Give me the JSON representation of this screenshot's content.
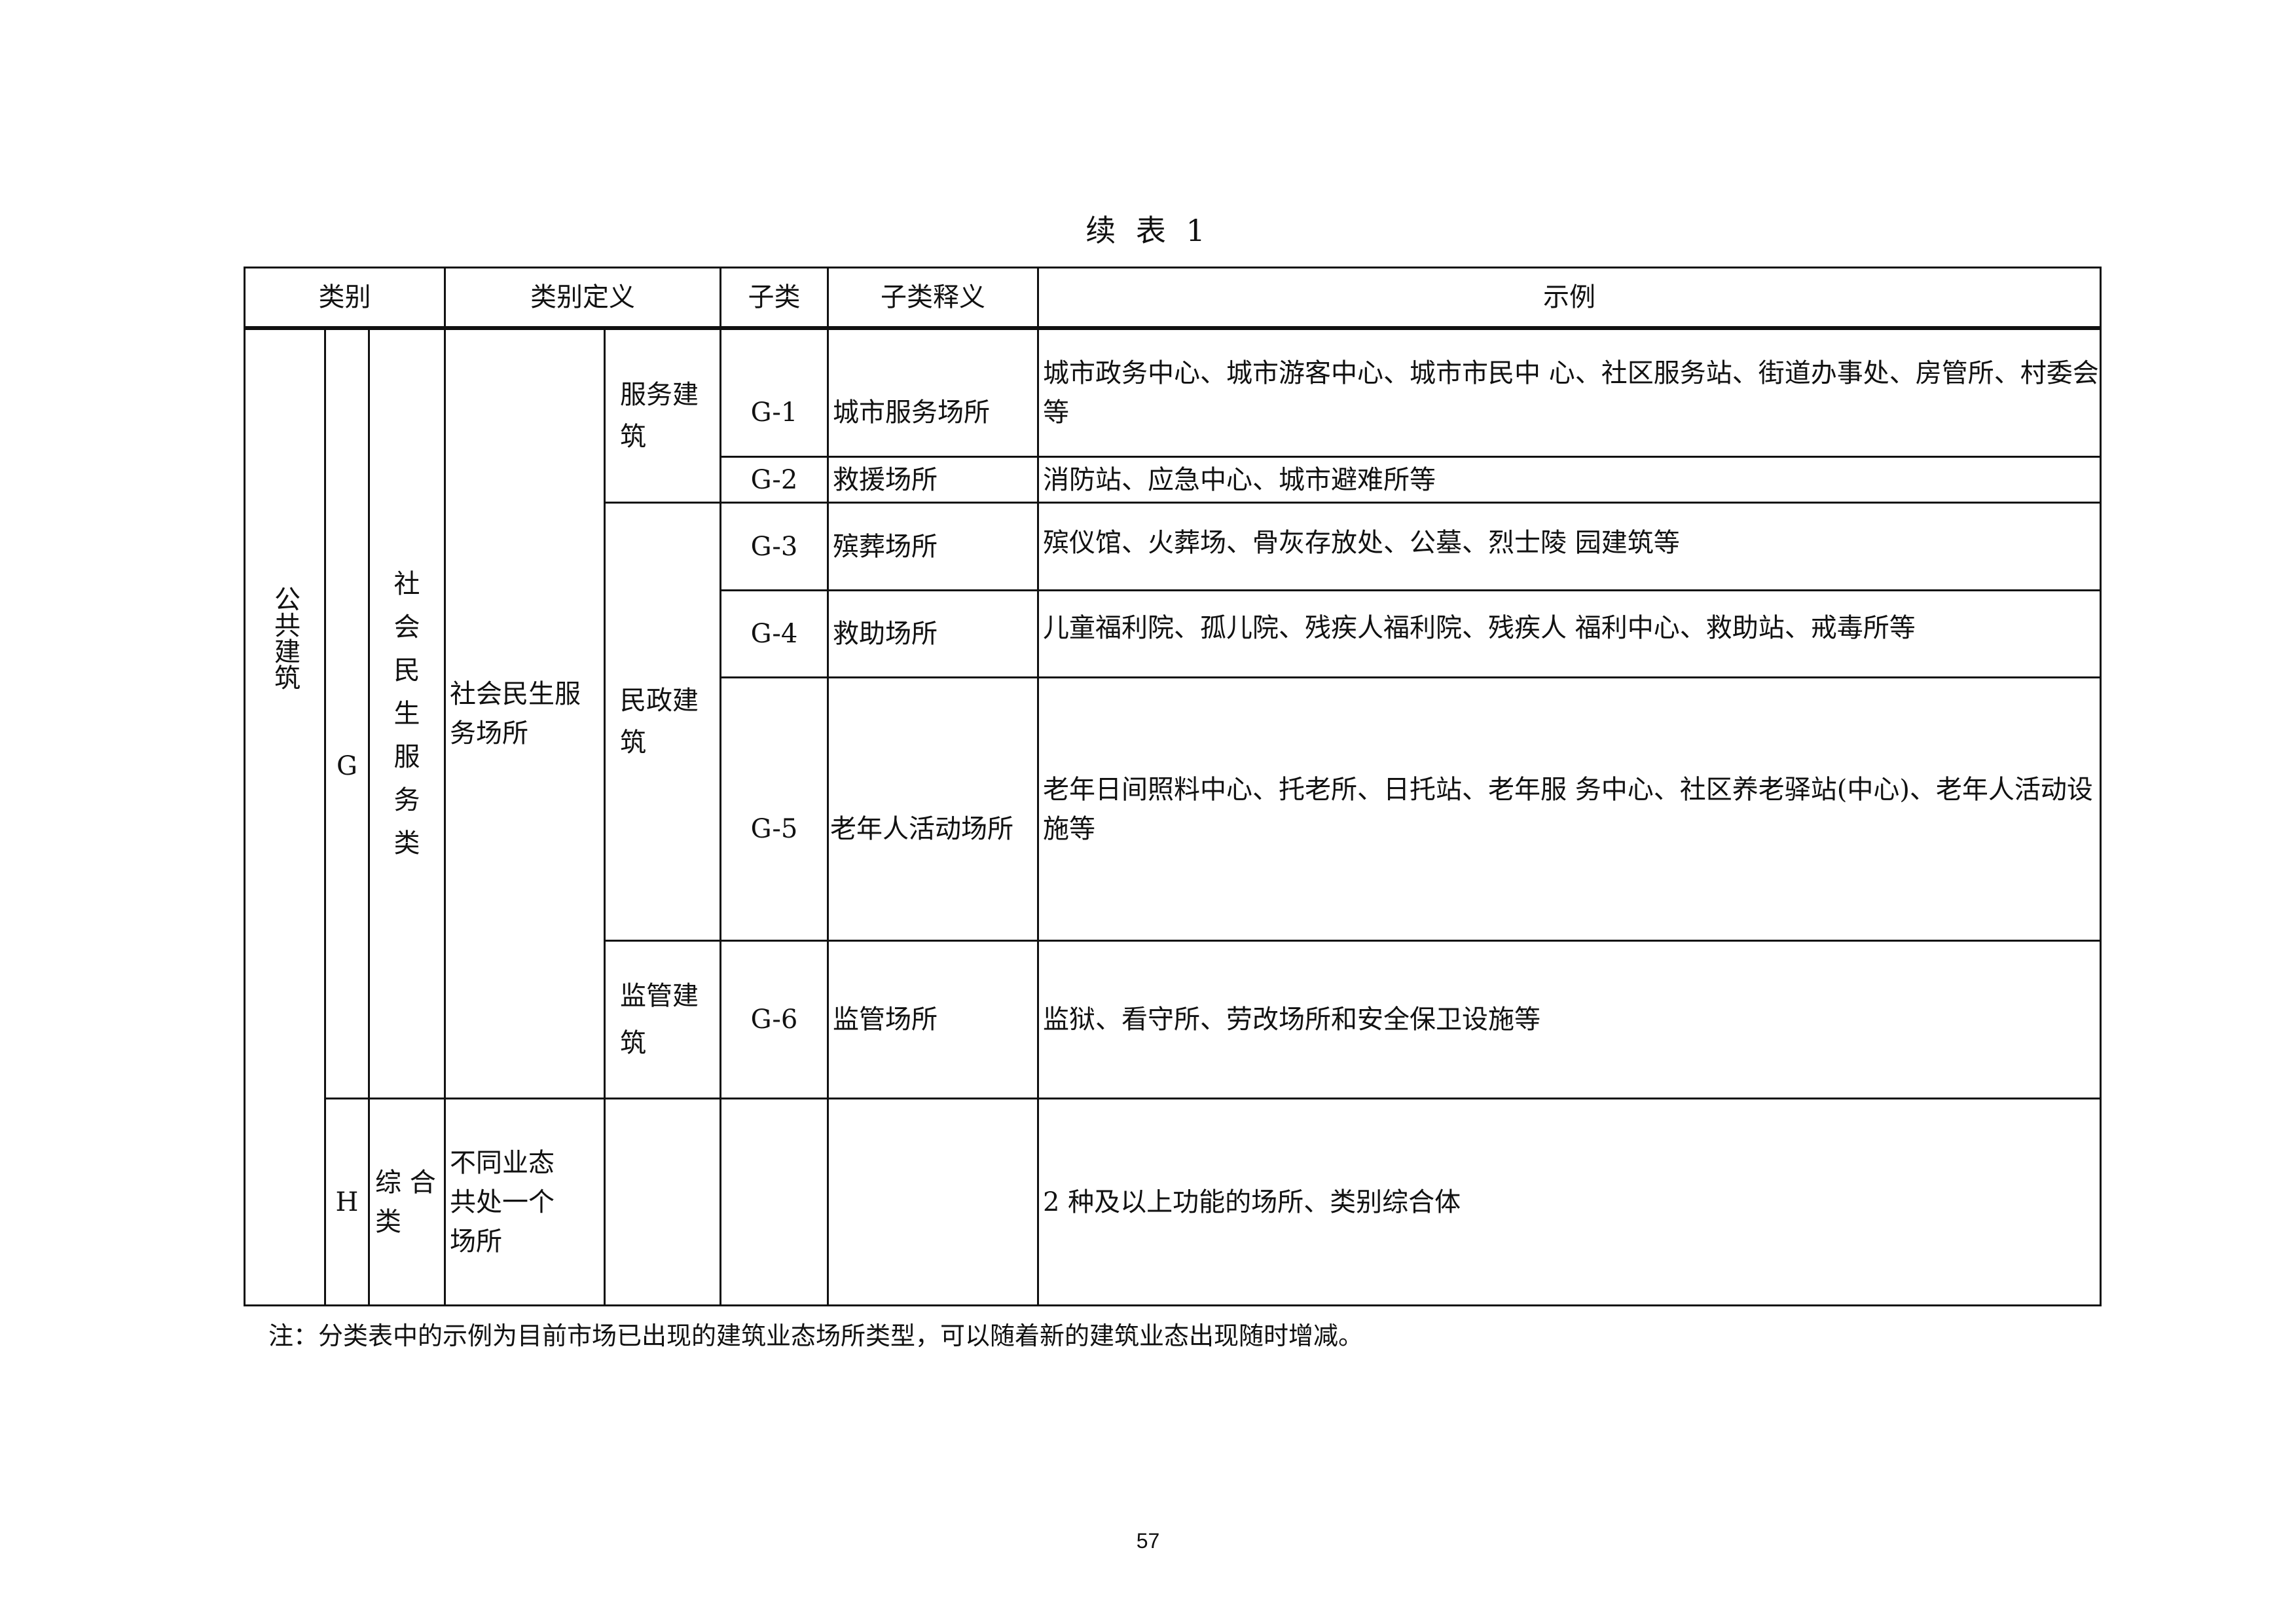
{
  "document": {
    "table_title": "续 表 1",
    "header": {
      "category": "类别",
      "category_definition": "类别定义",
      "subclass": "子类",
      "subclass_definition": "子类释义",
      "examples": "示例"
    },
    "group_label": "公共建筑",
    "categories": [
      {
        "code": "G",
        "name": "社会民生服务类",
        "definition": "社会民生服务场所",
        "subgroups": [
          {
            "name": "服务建筑",
            "rows": [
              {
                "code": "G-1",
                "name": "城市服务场所",
                "examples": "城市政务中心、城市游客中心、城市市民中 心、社区服务站、街道办事处、房管所、村委会等"
              },
              {
                "code": "G-2",
                "name": "救援场所",
                "examples": "消防站、应急中心、城市避难所等"
              }
            ]
          },
          {
            "name": "民政建筑",
            "rows": [
              {
                "code": "G-3",
                "name": "殡葬场所",
                "examples": "殡仪馆、火葬场、骨灰存放处、公墓、烈士陵 园建筑等"
              },
              {
                "code": "G-4",
                "name": "救助场所",
                "examples": "儿童福利院、孤儿院、残疾人福利院、残疾人 福利中心、救助站、戒毒所等"
              },
              {
                "code": "G-5",
                "name": "老年人活动场所",
                "examples": "老年日间照料中心、托老所、日托站、老年服 务中心、社区养老驿站(中心)、老年人活动设施等"
              }
            ]
          },
          {
            "name": "监管建筑",
            "rows": [
              {
                "code": "G-6",
                "name": "监管场所",
                "examples": "监狱、看守所、劳改场所和安全保卫设施等"
              }
            ]
          }
        ]
      },
      {
        "code": "H",
        "name": "综 合 类",
        "definition": "不同业态共处一个场所",
        "examples": "2 种及以上功能的场所、类别综合体"
      }
    ],
    "note": "注：分类表中的示例为目前市场已出现的建筑业态场所类型，可以随着新的建筑业态出现随时增减。",
    "page_number": "57"
  }
}
